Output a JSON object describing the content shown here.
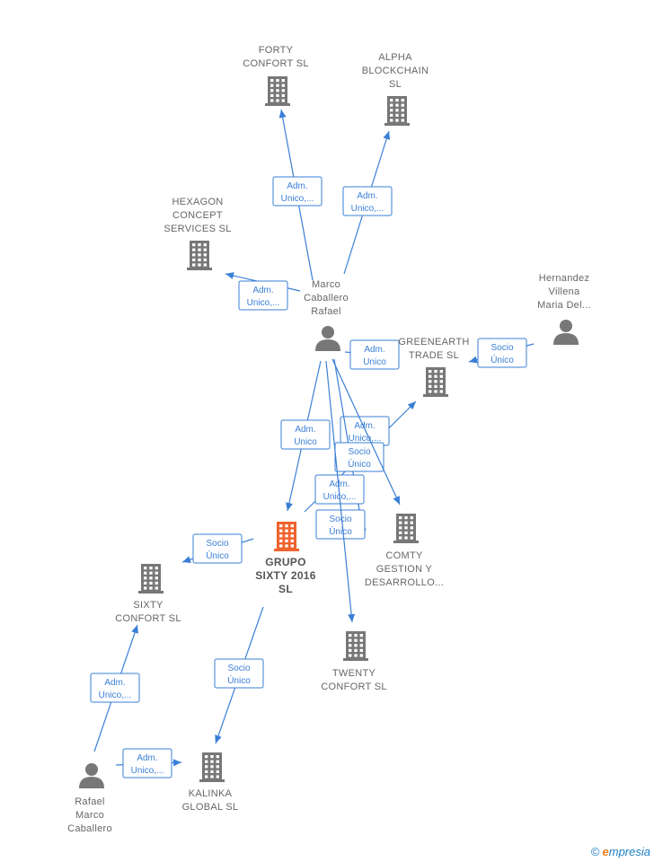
{
  "nodes": [
    {
      "id": "forty",
      "type": "company",
      "lines": [
        "FORTY",
        "CONFORT  SL"
      ]
    },
    {
      "id": "alpha",
      "type": "company",
      "lines": [
        "ALPHA",
        "BLOCKCHAIN",
        "SL"
      ]
    },
    {
      "id": "hexagon",
      "type": "company",
      "lines": [
        "HEXAGON",
        "CONCEPT",
        "SERVICES  SL"
      ]
    },
    {
      "id": "marco",
      "type": "person",
      "lines": [
        "Marco",
        "Caballero",
        "Rafael"
      ]
    },
    {
      "id": "hernandez",
      "type": "person",
      "lines": [
        "Hernandez",
        "Villena",
        "Maria Del..."
      ]
    },
    {
      "id": "greenearth",
      "type": "company",
      "lines": [
        "GREENEARTH",
        "TRADE  SL"
      ]
    },
    {
      "id": "grupo",
      "type": "company-main",
      "lines": [
        "GRUPO",
        "SIXTY 2016",
        "SL"
      ]
    },
    {
      "id": "comty",
      "type": "company",
      "lines": [
        "COMTY",
        "GESTION Y",
        "DESARROLLO..."
      ]
    },
    {
      "id": "sixty",
      "type": "company",
      "lines": [
        "SIXTY",
        "CONFORT  SL"
      ]
    },
    {
      "id": "twenty",
      "type": "company",
      "lines": [
        "TWENTY",
        "CONFORT  SL"
      ]
    },
    {
      "id": "rafael",
      "type": "person",
      "lines": [
        "Rafael",
        "Marco",
        "Caballero"
      ]
    },
    {
      "id": "kalinka",
      "type": "company",
      "lines": [
        "KALINKA",
        "GLOBAL  SL"
      ]
    }
  ],
  "edges": [
    {
      "from": "marco",
      "to": "forty",
      "label": [
        "Adm.",
        "Unico,..."
      ]
    },
    {
      "from": "marco",
      "to": "alpha",
      "label": [
        "Adm.",
        "Unico,..."
      ]
    },
    {
      "from": "marco",
      "to": "hexagon",
      "label": [
        "Adm.",
        "Unico,..."
      ]
    },
    {
      "from": "marco",
      "to": "greenearth",
      "label": [
        "Adm.",
        "Unico"
      ]
    },
    {
      "from": "hernandez",
      "to": "greenearth",
      "label": [
        "Socio",
        "Único"
      ]
    },
    {
      "from": "marco",
      "to": "grupo",
      "label": [
        "Adm.",
        "Unico,..."
      ]
    },
    {
      "from": "grupo",
      "to": "greenearth",
      "label": [
        "Adm.",
        "Unico"
      ]
    },
    {
      "from": "marco",
      "to": "comty",
      "label": [
        "Socio",
        "Único"
      ]
    },
    {
      "from": "marco",
      "to": "comty",
      "label": [
        "Adm.",
        "Unico,..."
      ]
    },
    {
      "from": "grupo",
      "to": "comty",
      "label": [
        "Socio",
        "Único"
      ]
    },
    {
      "from": "marco",
      "to": "twenty",
      "label": []
    },
    {
      "from": "grupo",
      "to": "sixty",
      "label": [
        "Socio",
        "Único"
      ]
    },
    {
      "from": "grupo",
      "to": "kalinka",
      "label": [
        "Socio",
        "Único"
      ]
    },
    {
      "from": "rafael",
      "to": "sixty",
      "label": [
        "Adm.",
        "Unico,..."
      ]
    },
    {
      "from": "rafael",
      "to": "kalinka",
      "label": [
        "Adm.",
        "Unico,..."
      ]
    }
  ],
  "colors": {
    "edge": "#3a7fd6",
    "building": "#777777",
    "building_main": "#f0622d",
    "person": "#777777",
    "label": "#666666"
  },
  "footer": {
    "copyright": "©",
    "brand_first": "e",
    "brand_rest": "mpresia"
  }
}
